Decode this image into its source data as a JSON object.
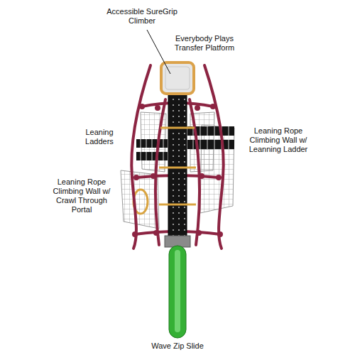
{
  "diagram": {
    "labels": [
      "Accessible SureGrip Climber",
      "Everybody Plays Transfer Platform",
      "Leaning Ladders",
      "Leaning Rope Climbing Wall w/ Leanning Ladder",
      "Leaning Rope Climbing Wall w/ Crawl Through Portal",
      "Wave Zip Slide"
    ]
  }
}
